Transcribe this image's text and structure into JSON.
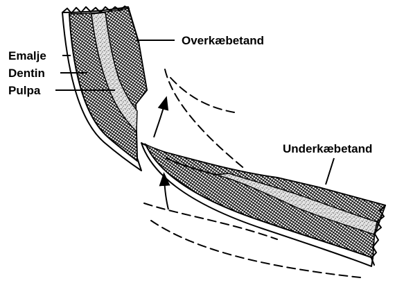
{
  "labels": {
    "enamel": "Emalje",
    "dentin": "Dentin",
    "pulp": "Pulpa",
    "upper_tooth": "Overkæbetand",
    "lower_tooth": "Underkæbetand"
  },
  "colors": {
    "ink": "#000000",
    "background": "#ffffff"
  }
}
